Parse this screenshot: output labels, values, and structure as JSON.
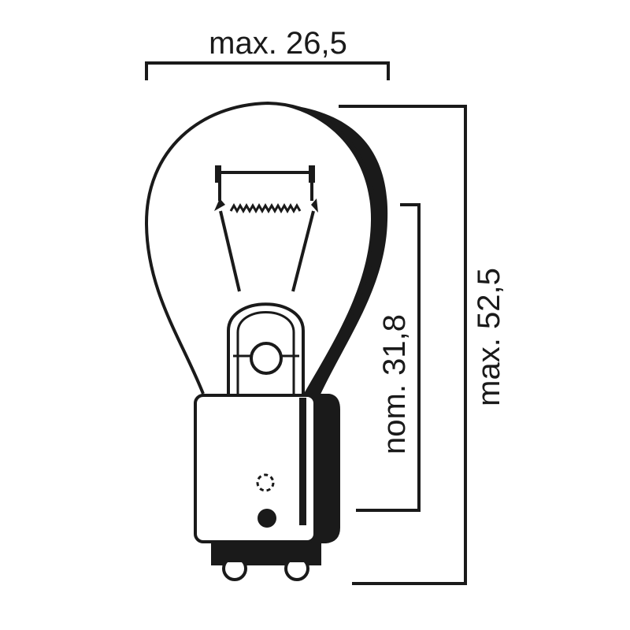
{
  "dimensions": {
    "width": {
      "label": "max. 26,5"
    },
    "height": {
      "label": "max. 52,5"
    },
    "light_center": {
      "label": "nom. 31,8"
    }
  },
  "colors": {
    "ink": "#1a1a1a",
    "background": "#ffffff"
  }
}
